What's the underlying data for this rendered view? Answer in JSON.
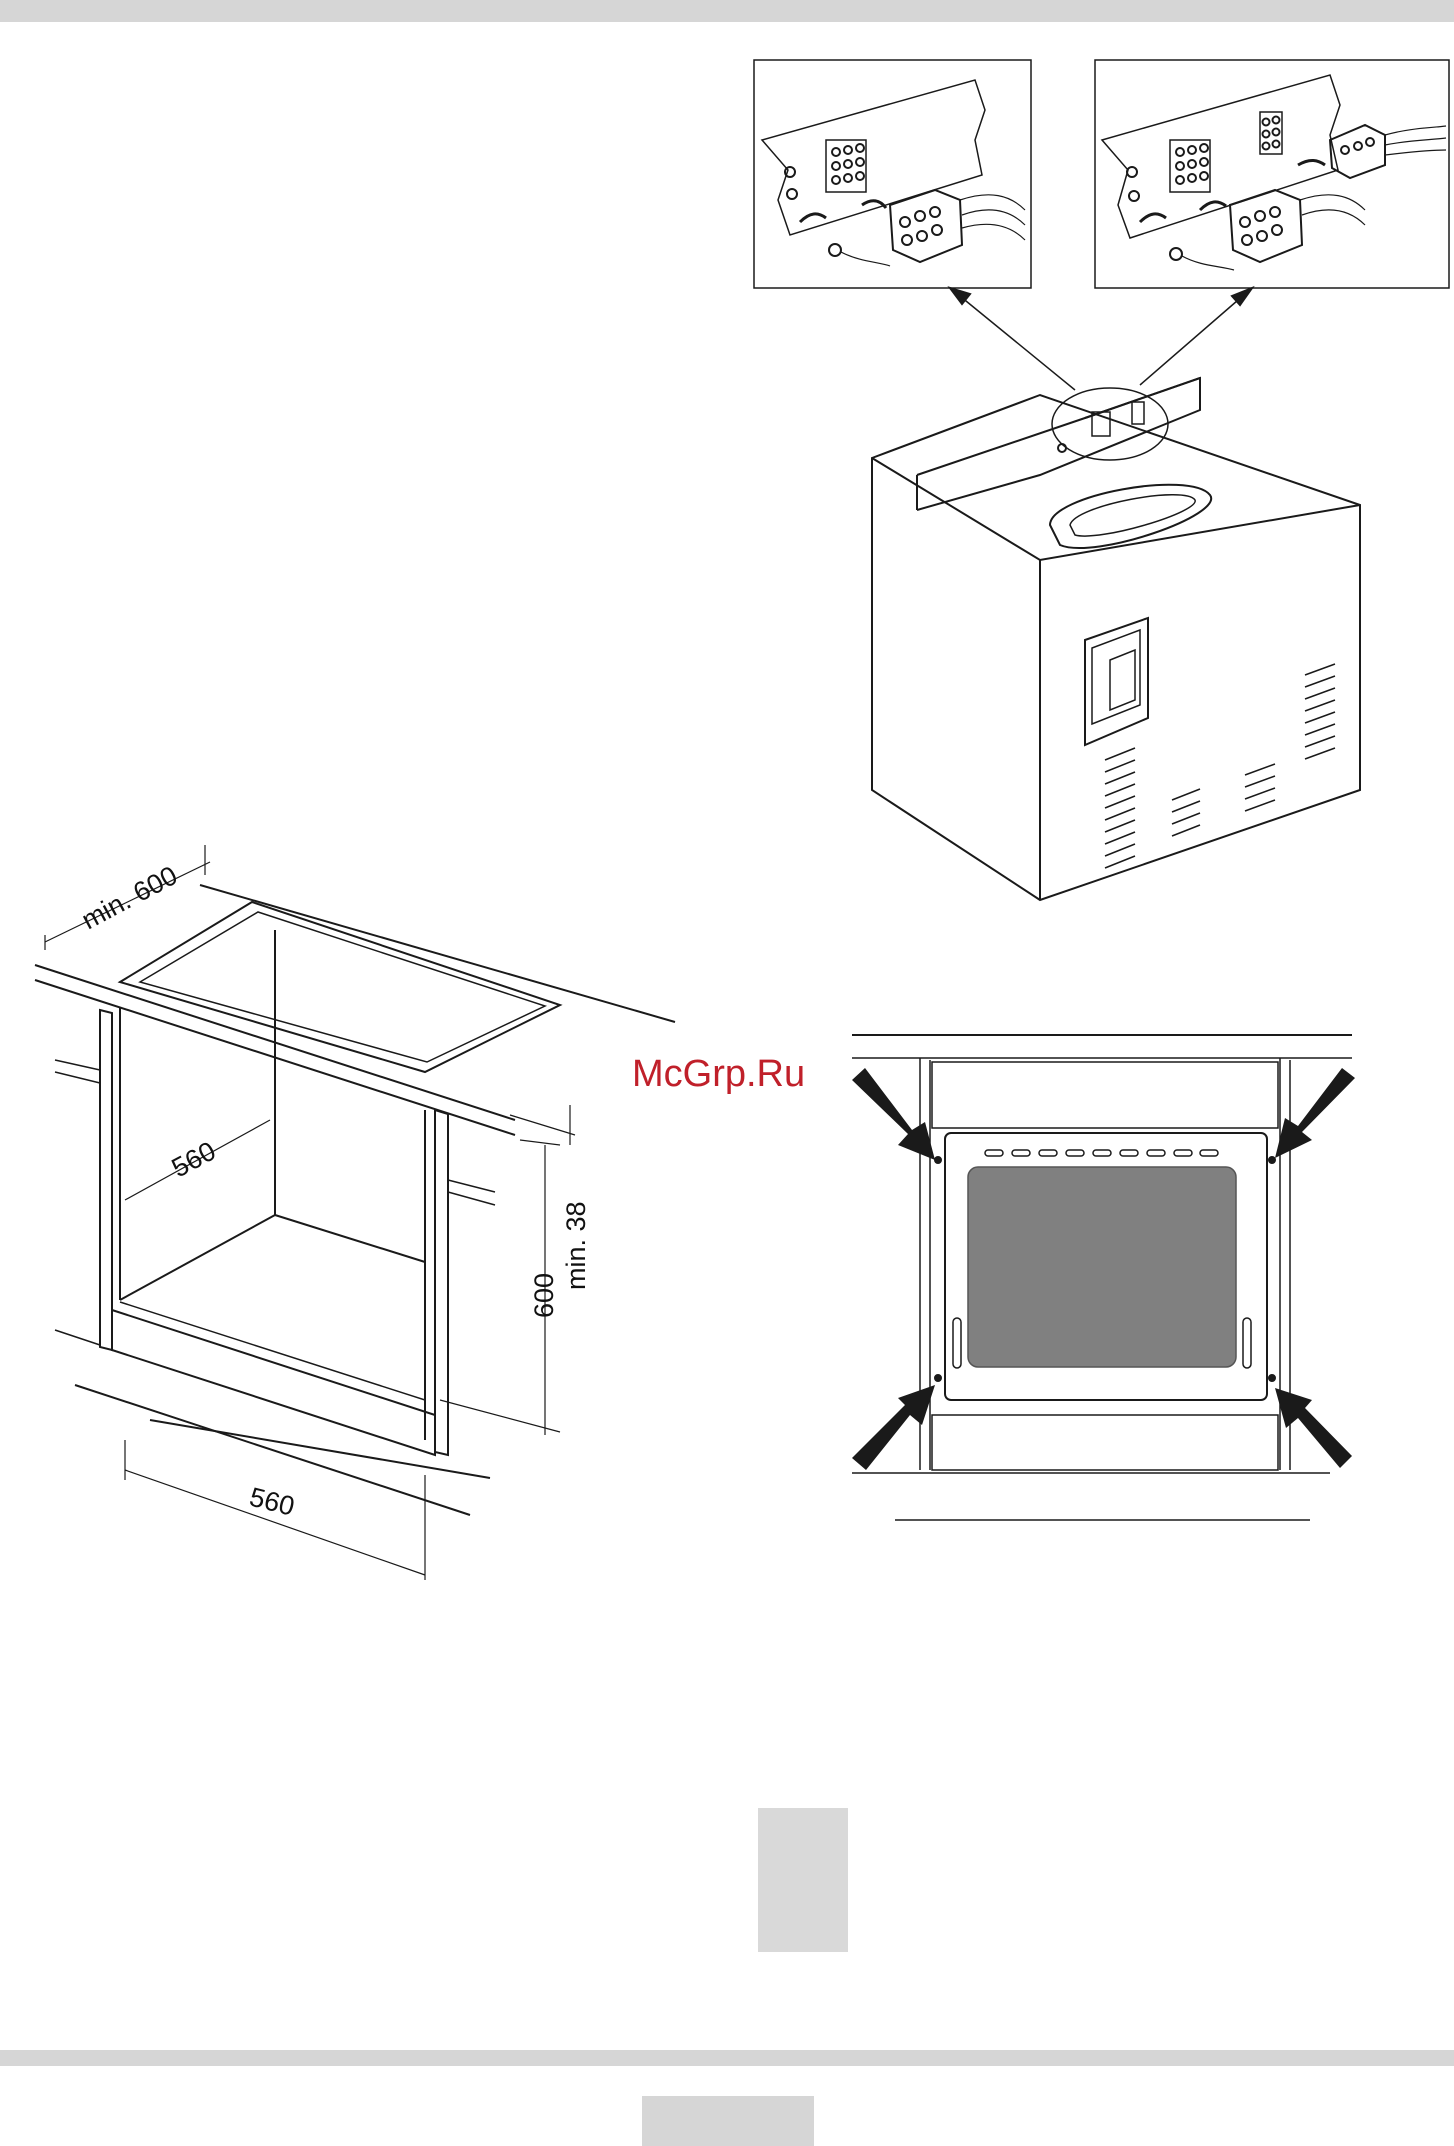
{
  "watermark": "McGrp.Ru",
  "dimensions": {
    "depth_min": "min. 600",
    "cavity_depth": "560",
    "cavity_width": "560",
    "height": "600",
    "gap_min": "min. 38"
  },
  "colors": {
    "line": "#1a1a1a",
    "band": "#d6d6d6",
    "oven_window": "#808080",
    "watermark": "#c0202a"
  }
}
